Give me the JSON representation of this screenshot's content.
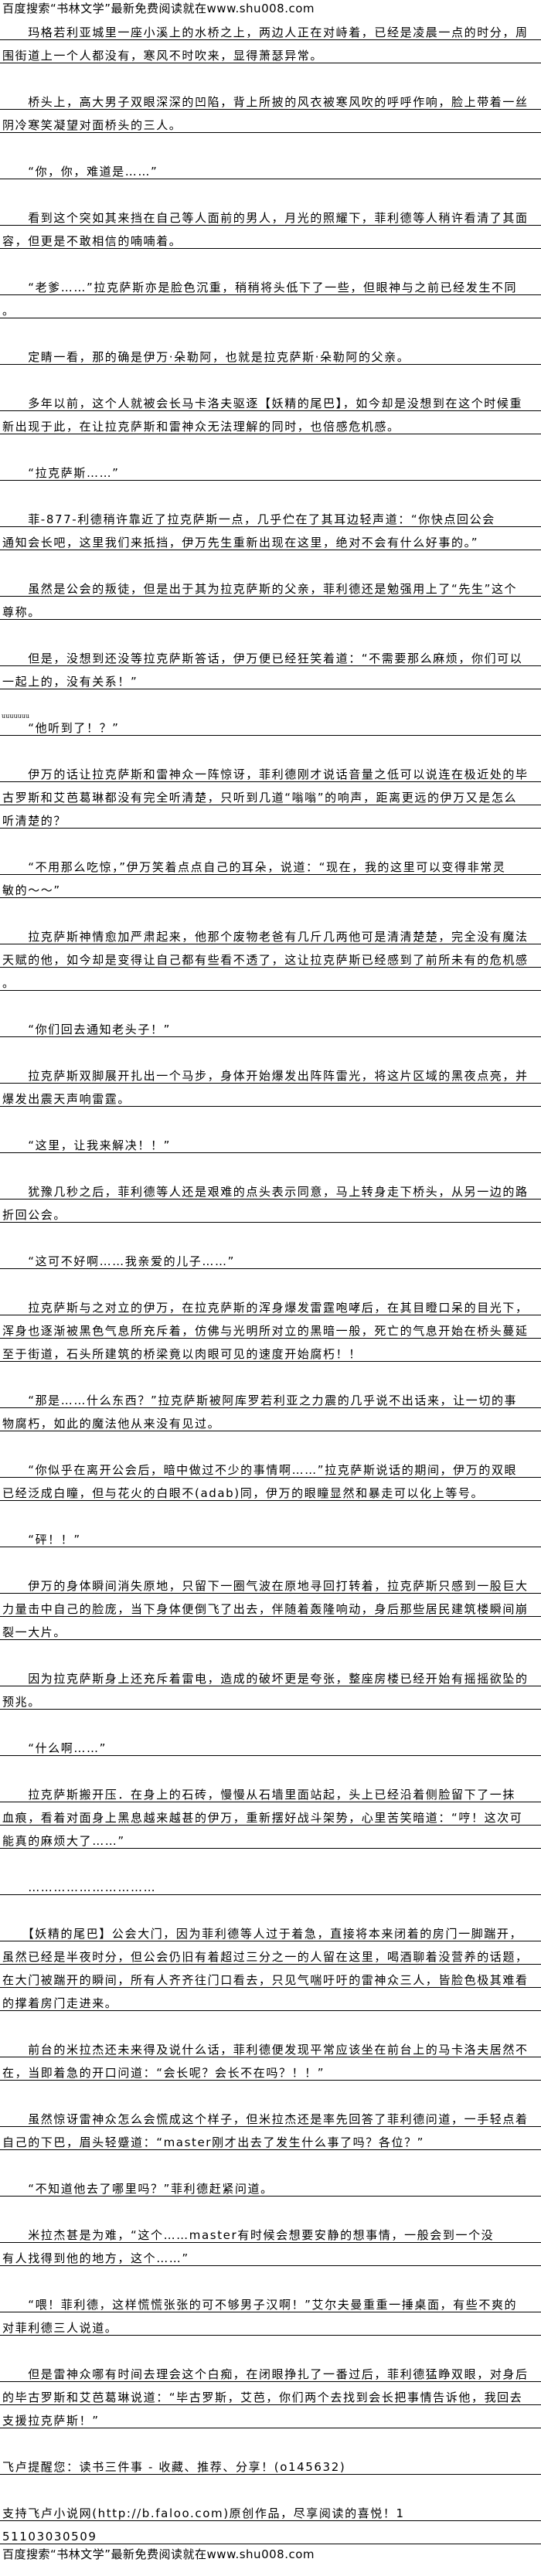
{
  "header": {
    "banner": "百度搜索“书林文学”最新免费阅读就在www.shu008.com"
  },
  "lines": [
    "　　玛格若利亚城里一座小溪上的水桥之上，两边人正在对峙着，已经是凌晨一点的时分，周",
    "围街道上一个人都没有，寒风不时吹来，显得萧瑟异常。",
    "",
    "　　桥头上，高大男子双眼深深的凹陷，背上所披的风衣被寒风吹的呼呼作响，脸上带着一丝",
    "阴冷寒笑凝望对面桥头的三人。",
    "",
    "　　“你，你，难道是……”",
    "",
    "　　看到这个突如其来挡在自己等人面前的男人，月光的照耀下，菲利德等人稍许看清了其面",
    "容，但更是不敢相信的喃喃着。",
    "",
    "　　“老爹……”拉克萨斯亦是脸色沉重，稍稍将头低下了一些，但眼神与之前已经发生不同",
    "。",
    "",
    "　　定睛一看，那的确是伊万·朵勒阿，也就是拉克萨斯·朵勒阿的父亲。",
    "",
    "　　多年以前，这个人就被会长马卡洛夫驱逐【妖精的尾巴】，如今却是没想到在这个时候重",
    "新出现于此，在让拉克萨斯和雷神众无法理解的同时，也倍感危机感。",
    "",
    "　　“拉克萨斯……”",
    "",
    "　　菲-877-利德稍许靠近了拉克萨斯一点，几乎伫在了其耳边轻声道：“你快点回公会",
    "通知会长吧，这里我们来抵挡，伊万先生重新出现在这里，绝对不会有什么好事的。”",
    "",
    "　　虽然是公会的叛徒，但是出于其为拉克萨斯的父亲，菲利德还是勉强用上了“先生”这个",
    "尊称。",
    "",
    "　　但是，没想到还没等拉克萨斯答话，伊万便已经狂笑着道：“不需要那么麻烦，你们可以",
    "一起上的，没有关系！”",
    "",
    {
      "pre": "uuuuuuu",
      "text": "　　“他听到了！？”"
    },
    "",
    "　　伊万的话让拉克萨斯和雷神众一阵惊讶，菲利德刚才说话音量之低可以说连在极近处的毕",
    "古罗斯和艾芭葛琳都没有完全听清楚，只听到几道“嗡嗡”的响声，距离更远的伊万又是怎么",
    "听清楚的？",
    "",
    "　　“不用那么吃惊，”伊万笑着点点自己的耳朵，说道：“现在，我的这里可以变得非常灵",
    "敏的～～”",
    "",
    "　　拉克萨斯神情愈加严肃起来，他那个废物老爸有几斤几两他可是清清楚楚，完全没有魔法",
    "天赋的他，如今却是变得让自己都有些看不透了，这让拉克萨斯已经感到了前所未有的危机感",
    "。",
    "",
    "　　“你们回去通知老头子！”",
    "",
    "　　拉克萨斯双脚展开扎出一个马步，身体开始爆发出阵阵雷光，将这片区域的黑夜点亮，并",
    "爆发出震天声响雷霆。",
    "",
    "　　“这里，让我来解决！！”",
    "",
    "　　犹豫几秒之后，菲利德等人还是艰难的点头表示同意，马上转身走下桥头，从另一边的路",
    "折回公会。",
    "",
    "　　“这可不好啊……我亲爱的儿子……”",
    "",
    "　　拉克萨斯与之对立的伊万，在拉克萨斯的浑身爆发雷霆咆哮后，在其目瞪口呆的目光下，",
    "浑身也逐渐被黑色气息所充斥着，仿佛与光明所对立的黑暗一般，死亡的气息开始在桥头蔓延",
    "至于街道，石头所建筑的桥梁竟以肉眼可见的速度开始腐朽！！",
    "",
    "　　“那是……什么东西？”拉克萨斯被阿库罗若利亚之力震的几乎说不出话来，让一切的事",
    "物腐朽，如此的魔法他从来没有见过。",
    "",
    "　　“你似乎在离开公会后，暗中做过不少的事情啊……”拉克萨斯说话的期间，伊万的双眼",
    "已经泛成白瞳，但与花火的白眼不(adab)同，伊万的眼瞳显然和暴走可以化上等号。",
    "",
    "　　“砰！！”",
    "",
    "　　伊万的身体瞬间消失原地，只留下一圈气波在原地寻回打转着，拉克萨斯只感到一股巨大",
    "力量击中自己的脸庞，当下身体便倒飞了出去，伴随着轰隆响动，身后那些居民建筑楼瞬间崩",
    "裂一大片。",
    "",
    "　　因为拉克萨斯身上还充斥着雷电，造成的破坏更是夸张，整座房楼已经开始有摇摇欲坠的",
    "预兆。",
    "",
    "　　“什么啊……”",
    "",
    "　　拉克萨斯搬开压．在身上的石砖，慢慢从石墙里面站起，头上已经沿着侧脸留下了一抹",
    "血痕，看着对面身上黑息越来越甚的伊万，重新摆好战斗架势，心里苦笑暗道：“哼！这次可",
    "能真的麻烦大了……”",
    "",
    "　　…………………………",
    "",
    "　　【妖精的尾巴】公会大门，因为菲利德等人过于着急，直接将本来闭着的房门一脚踹开，",
    "虽然已经是半夜时分，但公会仍旧有着超过三分之一的人留在这里，喝酒聊着没营养的话题，",
    "在大门被踹开的瞬间，所有人齐齐往门口看去，只见气喘吁吁的雷神众三人，皆脸色极其难看",
    "的撑着房门走进来。",
    "",
    "　　前台的米拉杰还未来得及说什么话，菲利德便发现平常应该坐在前台上的马卡洛夫居然不",
    "在，当即着急的开口问道：“会长呢？会长不在吗？！！”",
    "",
    "　　虽然惊讶雷神众怎么会慌成这个样子，但米拉杰还是率先回答了菲利德问道，一手轻点着",
    "自己的下巴，眉头轻蹙道：“master刚才出去了发生什么事了吗？各位？”",
    "",
    "　　“不知道他去了哪里吗？”菲利德赶紧问道。",
    "",
    "　　米拉杰甚是为难，“这个……master有时候会想要安静的想事情，一般会到一个没",
    "有人找得到他的地方，这个……”",
    "",
    "　　“喂！菲利德，这样慌慌张张的可不够男子汉啊！”艾尔夫曼重重一捶桌面，有些不爽的",
    "对菲利德三人说道。",
    "",
    "　　但是雷神众哪有时间去理会这个白痴，在闭眼挣扎了一番过后，菲利德猛睁双眼，对身后",
    "的毕古罗斯和艾芭葛琳说道：“毕古罗斯，艾芭，你们两个去找到会长把事情告诉他，我回去",
    "支援拉克萨斯！”",
    "",
    "飞卢提醒您：读书三件事 - 收藏、推荐、分享！(o145632)",
    "",
    "支持飞卢小说网(http://b.faloo.com)原创作品，尽享阅读的喜悦！1",
    "51103030509"
  ],
  "footer": {
    "banner": "百度搜索“书林文学”最新免费阅读就在www.shu008.com"
  }
}
